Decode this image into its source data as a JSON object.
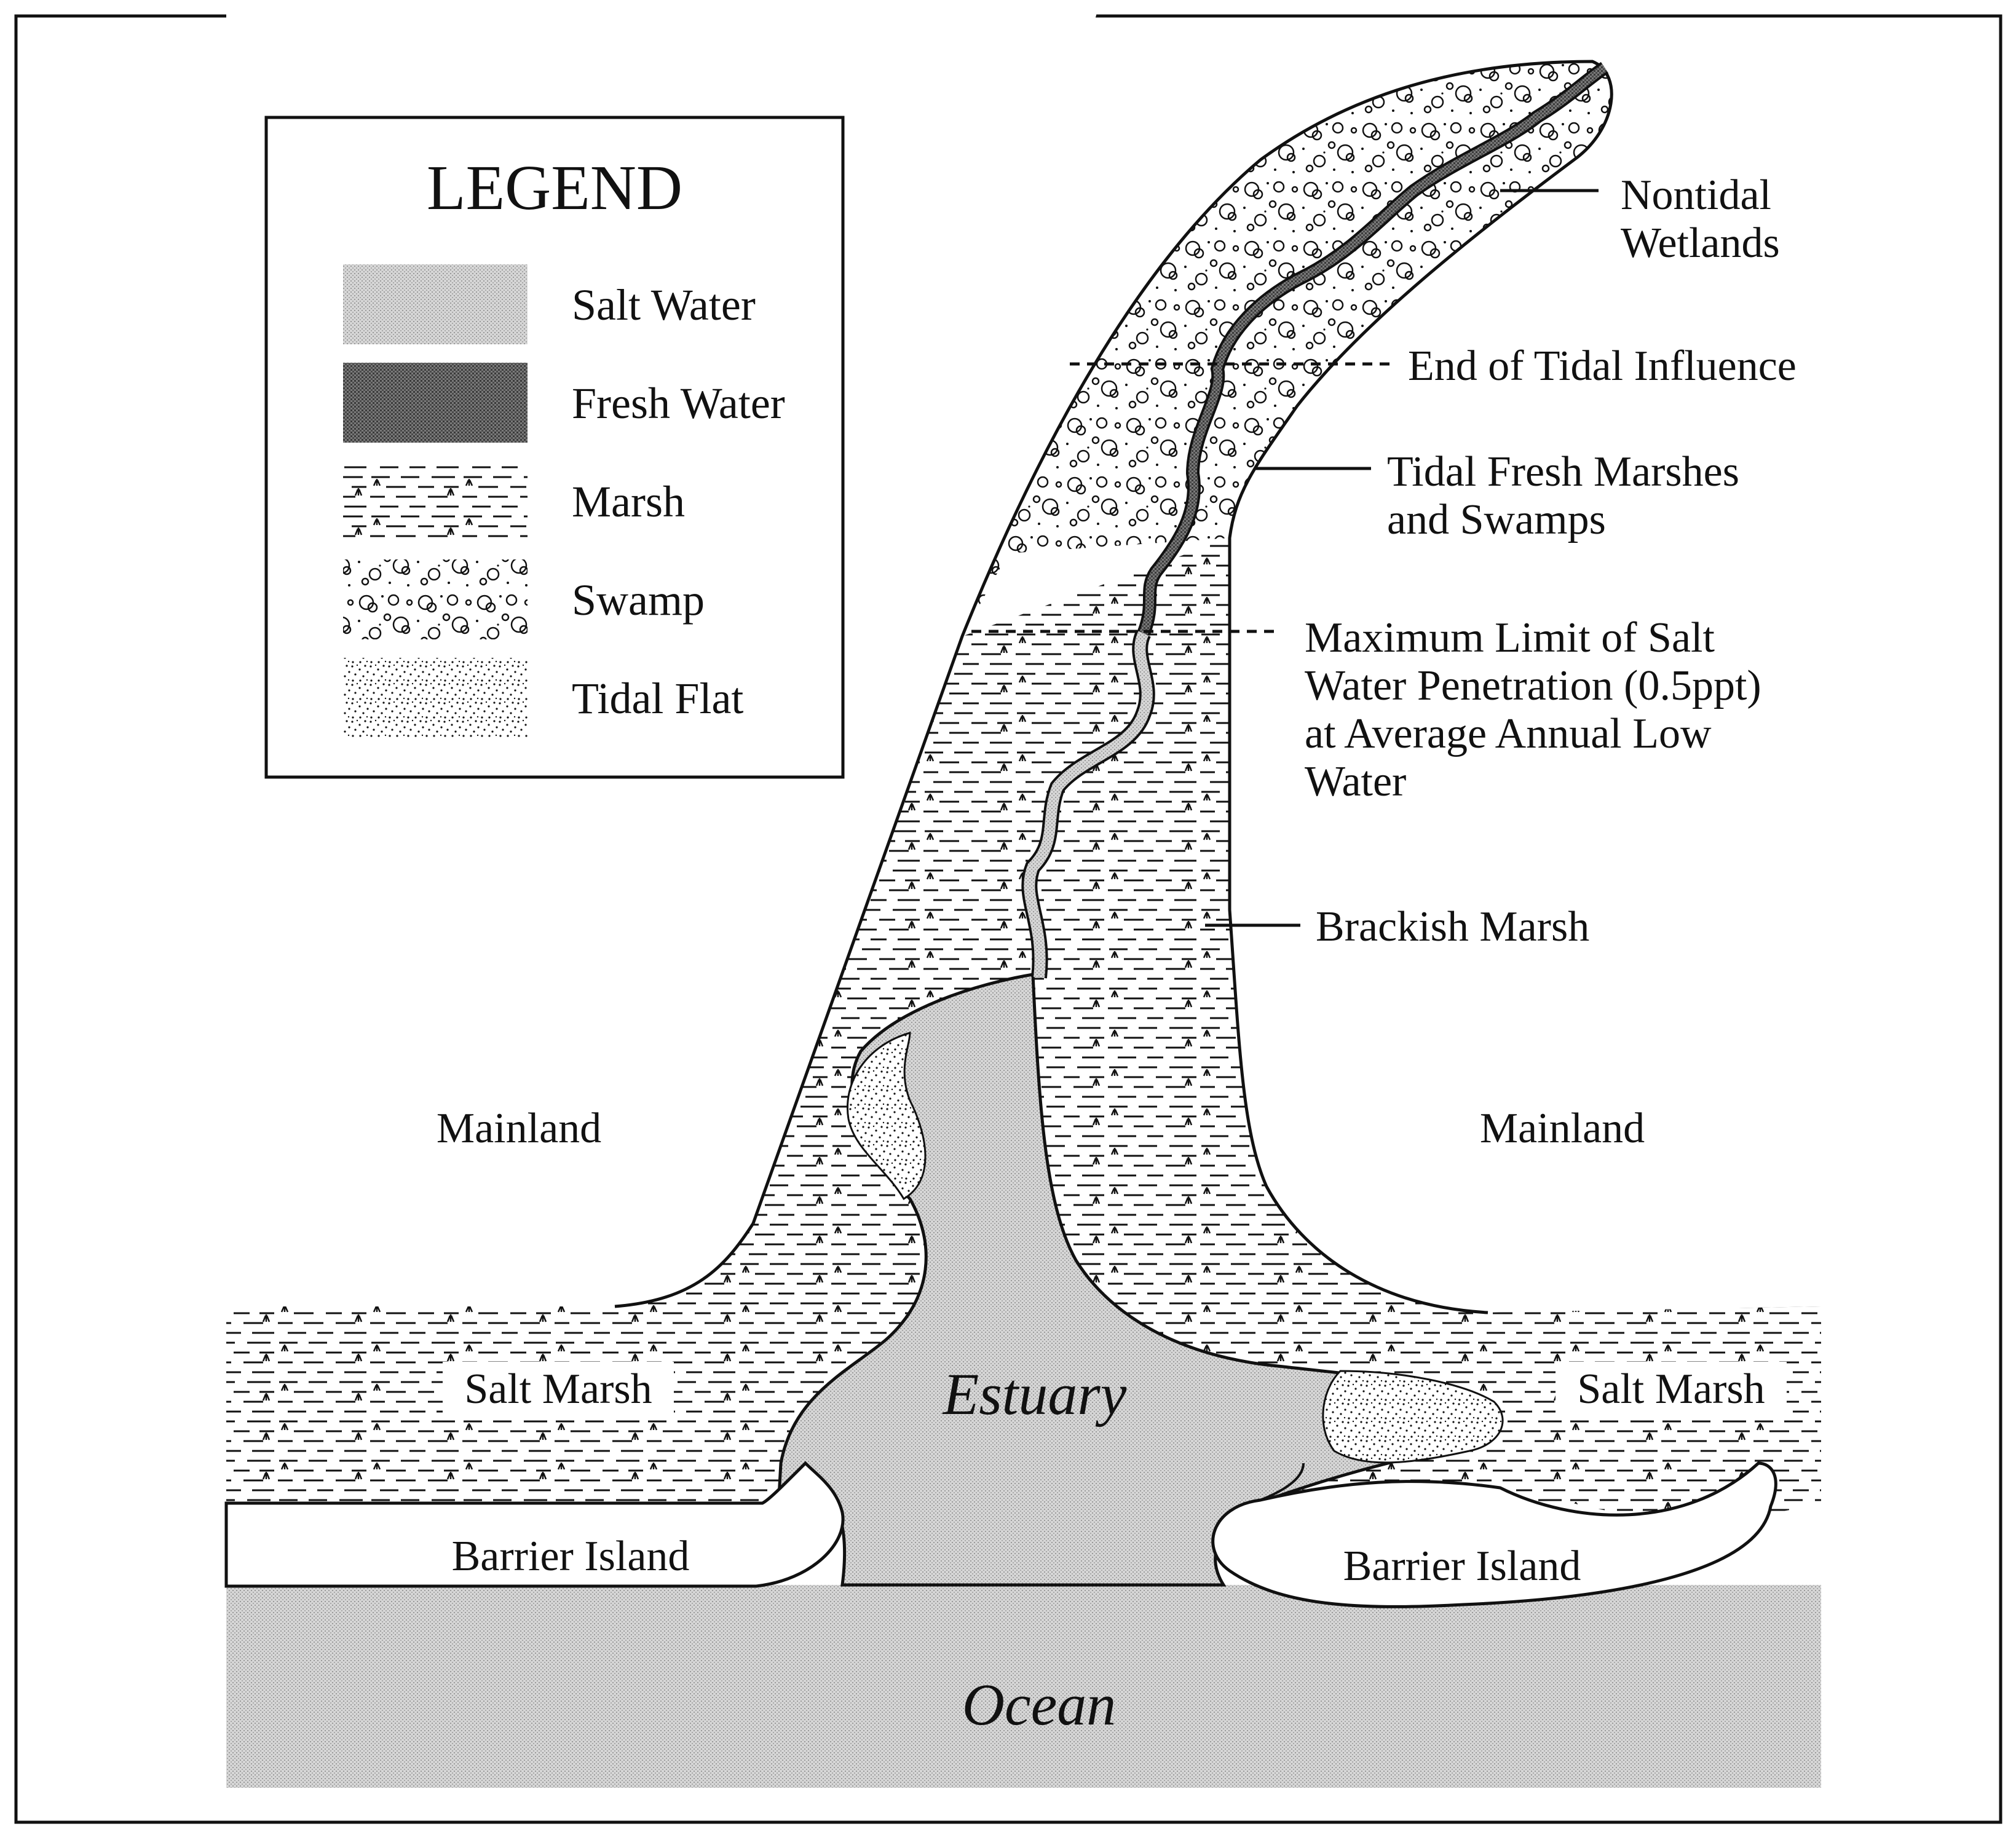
{
  "legend": {
    "title": "LEGEND",
    "items": [
      {
        "label": "Salt Water",
        "pattern": "salt-water"
      },
      {
        "label": "Fresh Water",
        "pattern": "fresh-water"
      },
      {
        "label": "Marsh",
        "pattern": "marsh"
      },
      {
        "label": "Swamp",
        "pattern": "swamp"
      },
      {
        "label": "Tidal Flat",
        "pattern": "tidal-flat"
      }
    ]
  },
  "regions": {
    "mainland_left": "Mainland",
    "mainland_right": "Mainland",
    "salt_marsh_left": "Salt Marsh",
    "salt_marsh_right": "Salt Marsh",
    "barrier_left": "Barrier Island",
    "barrier_right": "Barrier Island",
    "estuary": "Estuary",
    "ocean": "Ocean"
  },
  "callouts": {
    "nontidal": [
      "Nontidal",
      "Wetlands"
    ],
    "tidal_end": [
      "End of Tidal Influence"
    ],
    "tidal_fresh": [
      "Tidal Fresh Marshes",
      "and Swamps"
    ],
    "salt_limit": [
      "Maximum Limit of Salt",
      "Water Penetration (0.5ppt)",
      "at Average Annual Low",
      "Water"
    ],
    "brackish": [
      "Brackish Marsh"
    ]
  },
  "colors": {
    "ink": "#111111",
    "salt_water": "#d3d3d3",
    "fresh_water": "#6e6e6e",
    "background": "#ffffff"
  }
}
